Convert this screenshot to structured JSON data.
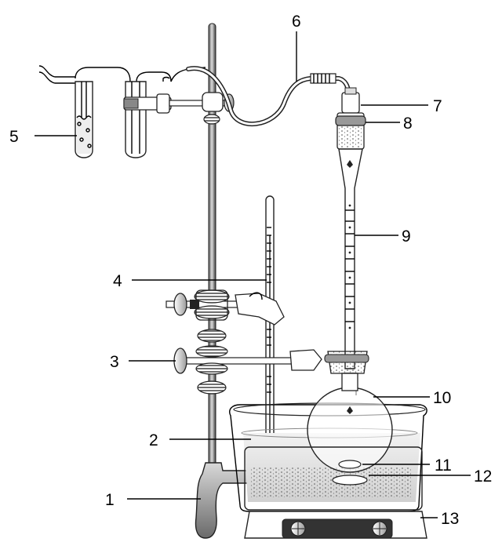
{
  "diagram": {
    "labels": [
      {
        "id": "label-1",
        "text": "1"
      },
      {
        "id": "label-2",
        "text": "2"
      },
      {
        "id": "label-3",
        "text": "3"
      },
      {
        "id": "label-4",
        "text": "4"
      },
      {
        "id": "label-5",
        "text": "5"
      },
      {
        "id": "label-6",
        "text": "6"
      },
      {
        "id": "label-7",
        "text": "7"
      },
      {
        "id": "label-8",
        "text": "8"
      },
      {
        "id": "label-9",
        "text": "9"
      },
      {
        "id": "label-10",
        "text": "10"
      },
      {
        "id": "label-11",
        "text": "11"
      },
      {
        "id": "label-12",
        "text": "12"
      },
      {
        "id": "label-13",
        "text": "13"
      }
    ]
  }
}
